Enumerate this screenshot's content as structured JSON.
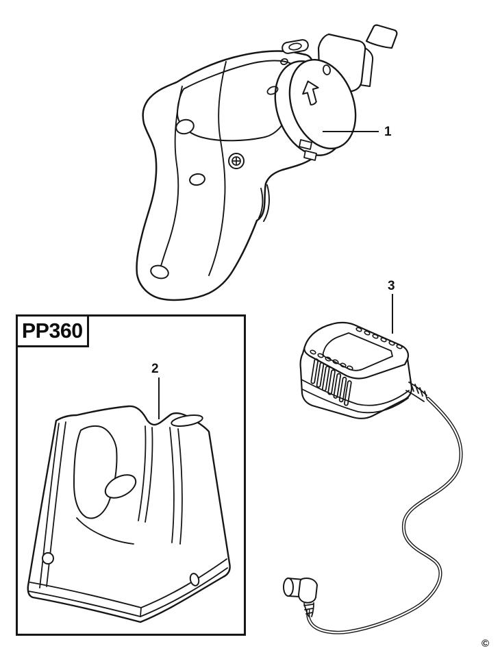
{
  "figure": {
    "model_label": "PP360",
    "copyright": "©",
    "parts": [
      {
        "number": "1",
        "part": "power-screwdriver"
      },
      {
        "number": "2",
        "part": "charging-base"
      },
      {
        "number": "3",
        "part": "charger-adapter"
      }
    ]
  }
}
